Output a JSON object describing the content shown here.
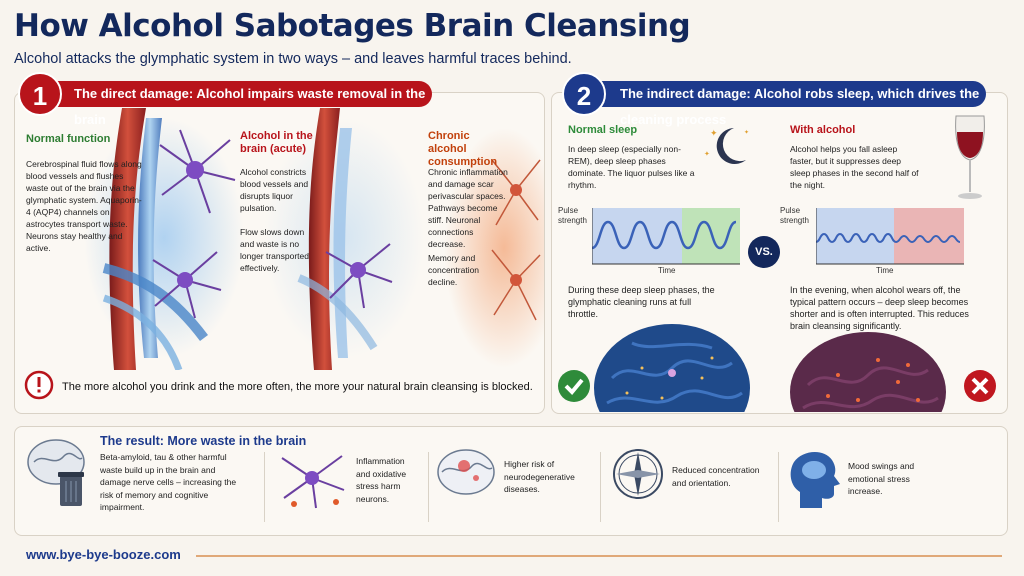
{
  "header": {
    "title": "How Alcohol Sabotages Brain Cleansing",
    "subtitle": "Alcohol attacks the glymphatic system in two ways – and leaves harmful traces behind."
  },
  "section1": {
    "number": "1",
    "banner": "The direct damage: Alcohol impairs waste removal in the brain",
    "columns": [
      {
        "heading": "Normal function",
        "text": "Cerebrospinal fluid flows along blood vessels and flushes waste out of the brain via the glymphatic system. Aquaporin-4 (AQP4) channels on astrocytes transport waste. Neurons stay healthy and active."
      },
      {
        "heading": "Alcohol in the brain (acute)",
        "text": "Alcohol constricts blood vessels and disrupts liquor pulsation.",
        "text2": "Flow slows down and waste is no longer transported effectively."
      },
      {
        "heading": "Chronic alcohol consumption",
        "text": "Chronic inflammation and damage scar perivascular spaces. Pathways become stiff. Neuronal connections decrease.",
        "text2": "Memory and concentration decline."
      }
    ],
    "warning": "The more alcohol you drink and the more often, the more your natural brain cleansing is blocked.",
    "warning_icon": "exclamation-icon"
  },
  "section2": {
    "number": "2",
    "banner": "The indirect damage: Alcohol robs sleep, which drives the cleaning process",
    "normal": {
      "heading": "Normal sleep",
      "text": "In deep sleep (especially non-REM), deep sleep phases dominate. The liquor pulses like a rhythm.",
      "ylabel": "Pulse strength",
      "xlabel": "Time",
      "bottom_text": "During these deep sleep phases, the glymphatic cleaning runs at full throttle."
    },
    "vs": "VS.",
    "alcohol": {
      "heading": "With alcohol",
      "text": "Alcohol helps you fall asleep faster, but it suppresses deep sleep phases in the second half of the night.",
      "ylabel": "Pulse strength",
      "xlabel": "Time",
      "bottom_text": "In the evening, when alcohol wears off, the typical pattern occurs – deep sleep becomes shorter and is often interrupted. This reduces brain cleansing significantly."
    },
    "colors": {
      "normal": "#2e8b3a",
      "alcohol": "#c0171f",
      "wave": "#3a62b8"
    }
  },
  "result": {
    "title": "The result: More waste in the brain",
    "items": [
      {
        "icon": "brain-trash-icon",
        "text": "Beta-amyloid, tau & other harmful waste build up in the brain and damage nerve cells – increasing the risk of memory and cognitive impairment."
      },
      {
        "icon": "neuron-icon",
        "text": "Inflammation and oxidative stress harm neurons."
      },
      {
        "icon": "brain-spots-icon",
        "text": "Higher risk of neurodegenerative diseases."
      },
      {
        "icon": "compass-icon",
        "text": "Reduced concentration and orientation."
      },
      {
        "icon": "head-profile-icon",
        "text": "Mood swings and emotional stress increase."
      }
    ]
  },
  "footer": {
    "website": "www.bye-bye-booze.com"
  },
  "colors": {
    "navy": "#13285c",
    "red": "#b8141b",
    "blue": "#1d3a8c",
    "green": "#2e8b3a"
  }
}
